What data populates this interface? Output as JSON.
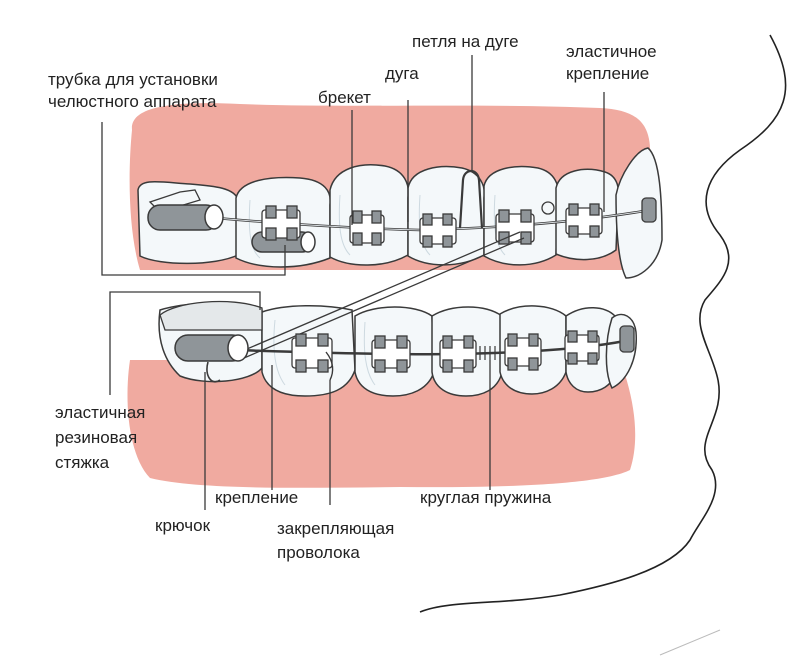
{
  "labels": {
    "tube_line1": "трубка для установки",
    "tube_line2": "челюстного аппарата",
    "bracket": "брекет",
    "arch": "дуга",
    "loop": "петля на дуге",
    "elastic_attach_line1": "эластичное",
    "elastic_attach_line2": "крепление",
    "elastic_tie_line1": "эластичная",
    "elastic_tie_line2": "резиновая",
    "elastic_tie_line3": "стяжка",
    "attachment": "крепление",
    "hook": "крючок",
    "ligature_line1": "закрепляющая",
    "ligature_line2": "проволока",
    "coil_spring": "круглая пружина"
  },
  "colors": {
    "gum": "#f0aaa0",
    "tooth": "#f4f8fa",
    "outline": "#3a3a3a",
    "bracket": "#8f9599",
    "text": "#222222"
  }
}
